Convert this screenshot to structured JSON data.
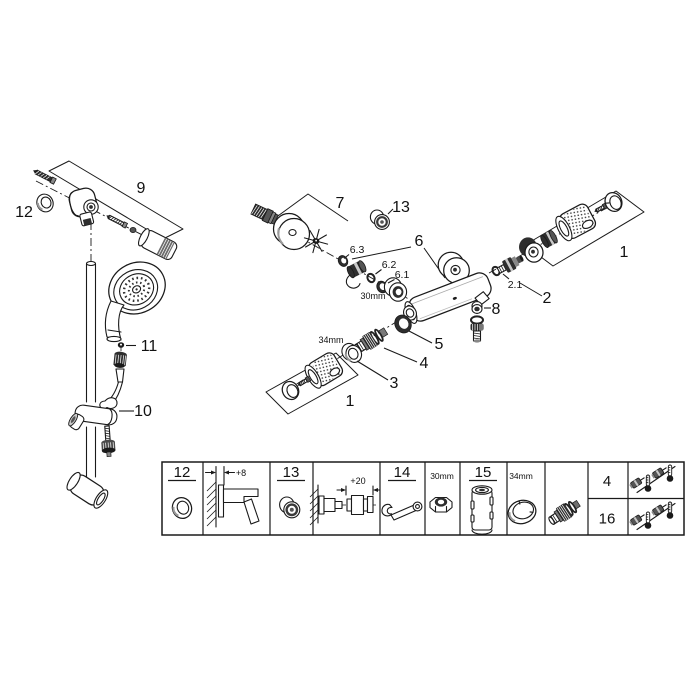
{
  "diagram": {
    "shower_rail_assembly": {
      "callout_ring": "12",
      "callout_bracket_group": "9",
      "callout_hose_seal": "11",
      "callout_glide_bracket": "10"
    },
    "mixer_assembly": {
      "callout_wall_union": "7",
      "callout_cap": "13",
      "callout_union_group": "6",
      "callout_union_seal": "6.3",
      "callout_union_oring": "6.2",
      "callout_union_nut": "6.1",
      "union_nut_size": "30mm",
      "callout_handle_group_right": "1",
      "callout_cartridge_group": "2",
      "callout_cartridge": "2.1",
      "callout_plug": "8",
      "callout_stop_ring": "5",
      "callout_thermo_cartridge": "4",
      "callout_shut_off_ring": "3",
      "ring_size": "34mm",
      "callout_handle_group_left": "1"
    },
    "parts_table": {
      "cell_ring": {
        "label": "12"
      },
      "cell_bracket_depth": {
        "dimension": "+8"
      },
      "cell_cap": {
        "label": "13"
      },
      "cell_union_depth": {
        "dimension": "+20"
      },
      "cell_wrench": {
        "label": "14"
      },
      "cell_nut": {
        "size": "30mm"
      },
      "cell_sleeve": {
        "label": "15"
      },
      "cell_ring_34": {
        "size": "34mm"
      },
      "cell_lubricate_top": {
        "label": "4"
      },
      "cell_lubricate_bottom": {
        "label": "16"
      }
    }
  },
  "colors": {
    "line": "#1a1a1a",
    "background": "#ffffff"
  }
}
